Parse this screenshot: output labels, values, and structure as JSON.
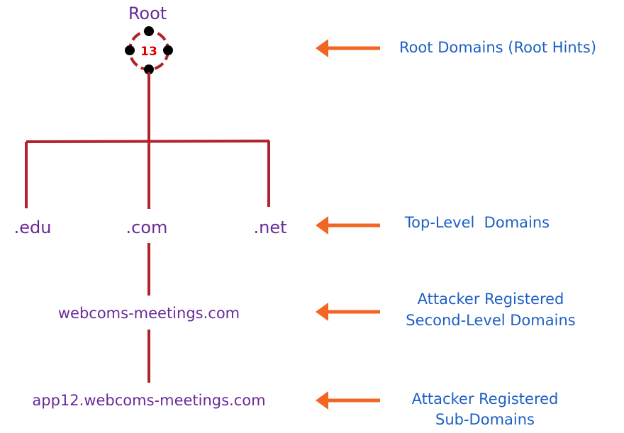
{
  "root": {
    "label": "Root",
    "server_count": "13",
    "ring_color": "#b1232a",
    "count_color": "#e00000"
  },
  "tld": [
    ".edu",
    ".com",
    ".net"
  ],
  "second_level": "webcoms-meetings.com",
  "sub_domain": "app12.webcoms-meetings.com",
  "tiers": [
    {
      "lines": [
        "Root Domains (Root Hints)"
      ]
    },
    {
      "lines": [
        "Top-Level  Domains"
      ]
    },
    {
      "lines": [
        "Attacker Registered",
        "Second-Level Domains"
      ]
    },
    {
      "lines": [
        "Attacker Registered",
        "Sub-Domains"
      ]
    }
  ],
  "colors": {
    "node_text": "#6a2a99",
    "label_text": "#1d5fc4",
    "connector": "#b1232a",
    "arrow": "#f26522"
  }
}
